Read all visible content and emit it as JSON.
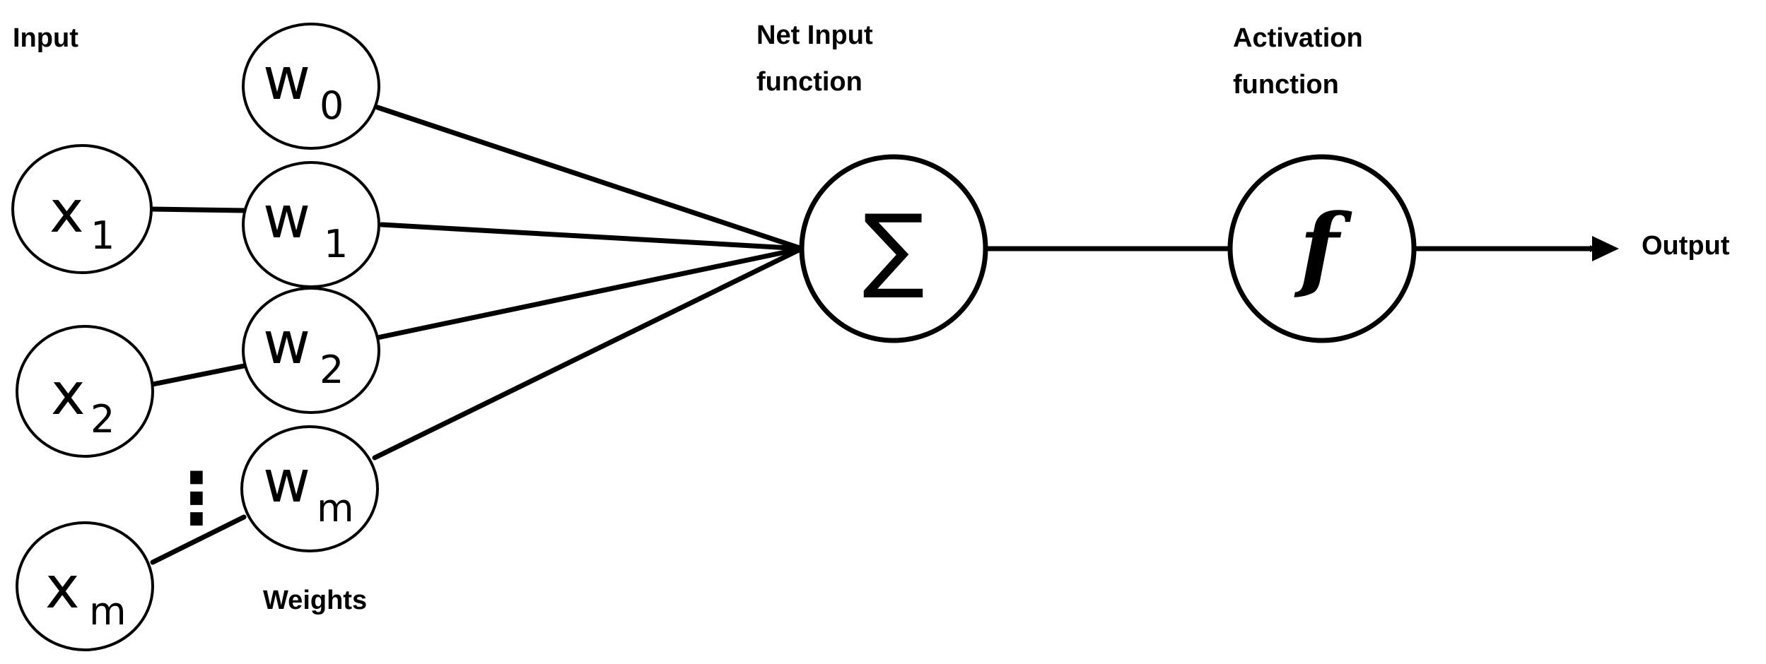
{
  "labels": {
    "input": "Input",
    "weights": "Weights",
    "net_input": [
      "Net Input",
      "function"
    ],
    "activation": [
      "Activation",
      "function"
    ],
    "output": "Output"
  },
  "inputs": [
    {
      "base": "x",
      "sub": "1"
    },
    {
      "base": "x",
      "sub": "2"
    },
    {
      "base": "x",
      "sub": "m"
    }
  ],
  "weights": [
    {
      "base": "w",
      "sub": "0"
    },
    {
      "base": "w",
      "sub": "1"
    },
    {
      "base": "w",
      "sub": "2"
    },
    {
      "base": "w",
      "sub": "m"
    }
  ],
  "sum_symbol": "∑",
  "activation_symbol": "f",
  "ellipsis": "⋮"
}
